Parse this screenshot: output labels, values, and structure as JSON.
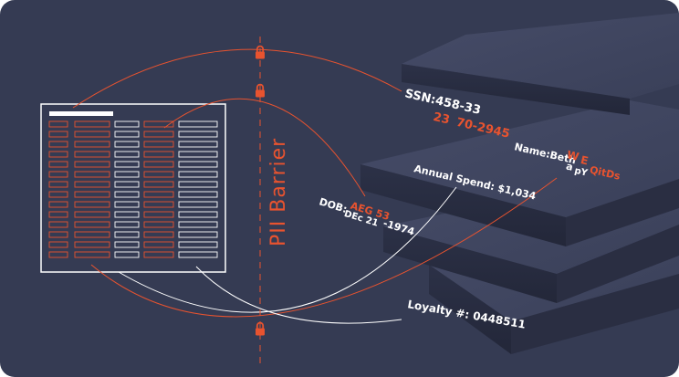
{
  "colors": {
    "background": "#353b53",
    "accent": "#e8532f",
    "line_white": "#ffffff",
    "slab_top": "#3f4560",
    "slab_side": "#2a2f44"
  },
  "barrier": {
    "label": "PII Barrier",
    "icon": "lock-icon"
  },
  "labels": {
    "ssn_prefix": "SSN:458-33",
    "ssn_scrambled_a": "23",
    "ssn_scrambled_b": "70",
    "ssn_suffix": "-2945",
    "name_prefix": "Name:Beth",
    "name_scrambled_w": "W",
    "name_scrambled_e": "E",
    "name_overlap_a": "a",
    "name_overlap_b": "pY",
    "name_scrambled_tail": "QitDs",
    "annual_spend": "Annual Spend: $1,034",
    "dob_prefix": "DOB:",
    "dob_overlap": "DEc 21",
    "dob_scrambled": "AEG 53",
    "dob_suffix": "-1974",
    "loyalty": "Loyalty #: 0448511"
  }
}
